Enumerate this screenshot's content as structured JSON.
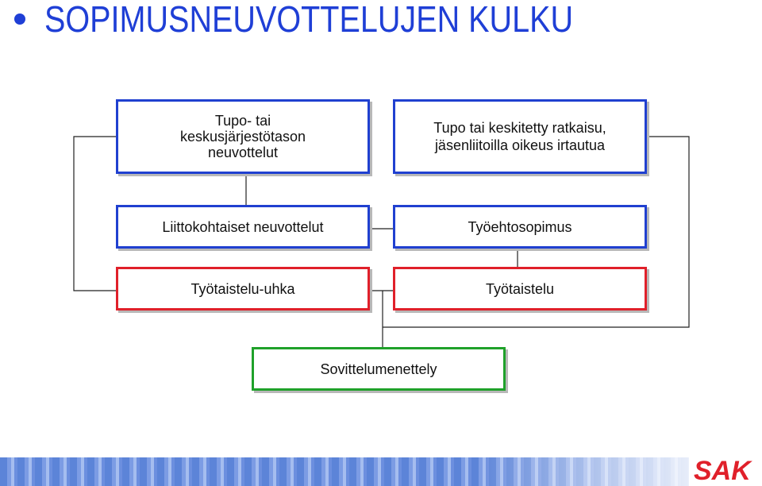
{
  "title": "SOPIMUSNEUVOTTELUJEN KULKU",
  "boxes": {
    "tupo_keskus": [
      "Tupo- tai",
      "keskusjärjestötason",
      "neuvottelut"
    ],
    "tupo_ratkaisu": [
      "Tupo tai keskitetty ratkaisu,",
      "jäsenliitoilla oikeus irtautua"
    ],
    "liittokohtaiset": "Liittokohtaiset neuvottelut",
    "tyoehtosopimus": "Työehtosopimus",
    "tyotaistelu_uhka": "Työtaistelu-uhka",
    "tyotaistelu": "Työtaistelu",
    "sovittelumenettely": "Sovittelumenettely"
  },
  "logo_text": "SAK",
  "colors": {
    "title": "#1f3fd6",
    "blue_border": "#2040d0",
    "red_border": "#e0202a",
    "green_border": "#1fa12a",
    "logo": "#e0202a"
  }
}
